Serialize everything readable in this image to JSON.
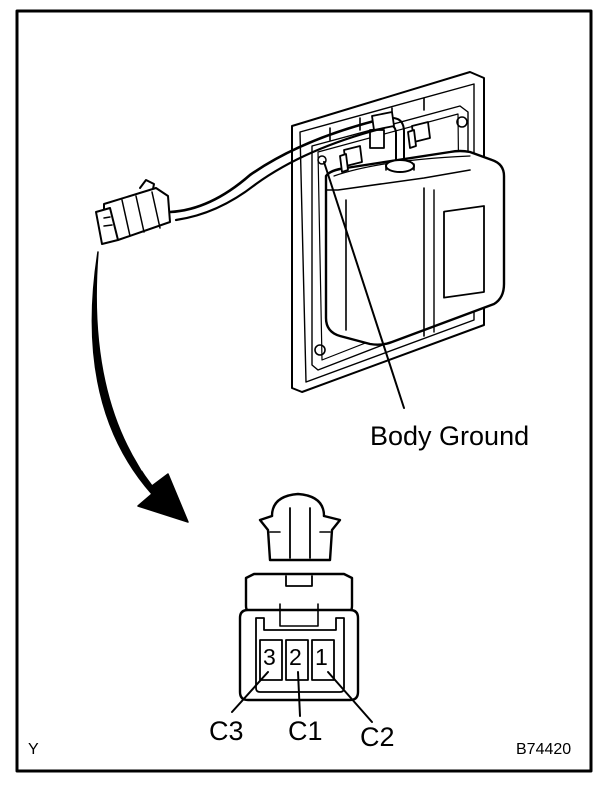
{
  "labels": {
    "body_ground": "Body Ground",
    "c3": "C3",
    "c1": "C1",
    "c2": "C2",
    "corner_left": "Y",
    "figure_code": "B74420"
  },
  "connector": {
    "pins": [
      "3",
      "2",
      "1"
    ]
  }
}
